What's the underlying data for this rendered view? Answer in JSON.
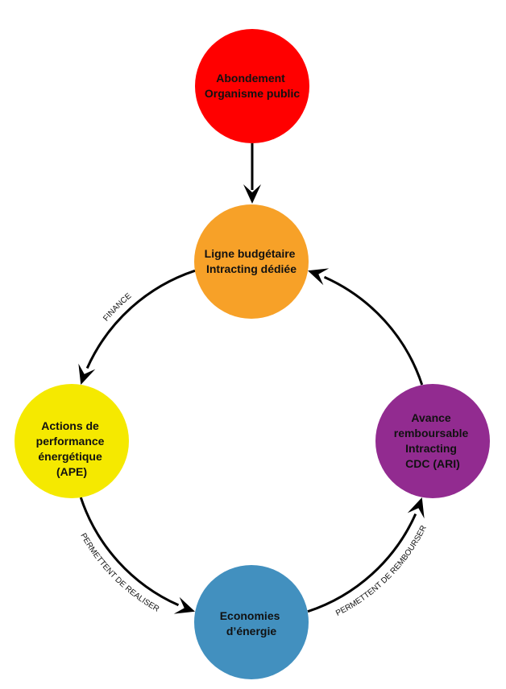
{
  "diagram": {
    "title": "Intracting financing cycle",
    "nodes": [
      {
        "id": "abondement",
        "lines": [
          "Abondement",
          "Organisme public"
        ],
        "color": "#ff0000"
      },
      {
        "id": "ligne",
        "lines": [
          "Ligne budgétaire",
          "Intracting dédiée"
        ],
        "color": "#f7a128"
      },
      {
        "id": "ape",
        "lines": [
          "Actions de",
          "performance",
          "énergétique",
          "(APE)"
        ],
        "color": "#f5e900"
      },
      {
        "id": "economies",
        "lines": [
          "Economies",
          "d’énergie"
        ],
        "color": "#4290bf"
      },
      {
        "id": "ari",
        "lines": [
          "Avance",
          "remboursable",
          "Intracting",
          "CDC (ARI)"
        ],
        "color": "#922b90"
      }
    ],
    "edges": [
      {
        "from": "abondement",
        "to": "ligne",
        "label": ""
      },
      {
        "from": "ligne",
        "to": "ape",
        "label": "FINANCE"
      },
      {
        "from": "ape",
        "to": "economies",
        "label": "PERMETTENT DE REALISER"
      },
      {
        "from": "economies",
        "to": "ari",
        "label": "PERMETTENT DE REMBOURSER"
      },
      {
        "from": "ari",
        "to": "ligne",
        "label": ""
      }
    ]
  }
}
